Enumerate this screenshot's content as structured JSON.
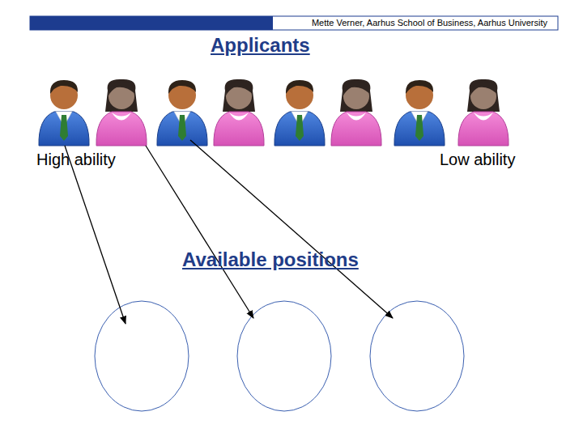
{
  "diagram": {
    "title": "Applicants",
    "labels": [
      "Mette Verner, Aarhus School of Business, Aarhus University",
      "High ability",
      "Low ability",
      "Available positions"
    ]
  }
}
